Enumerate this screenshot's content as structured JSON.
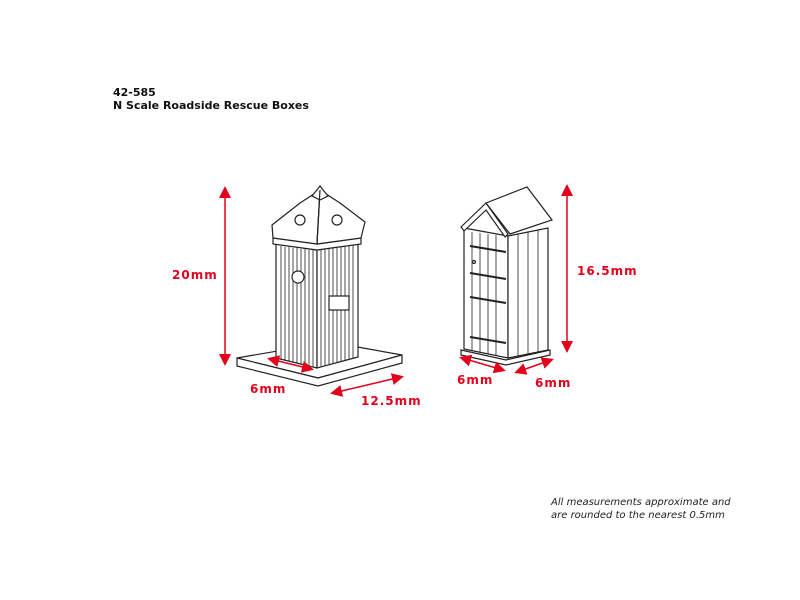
{
  "header": {
    "product_code": "42-585",
    "product_name": "N Scale Roadside Rescue Boxes"
  },
  "left_model": {
    "height": "20mm",
    "depth": "6mm",
    "width": "12.5mm"
  },
  "right_model": {
    "height": "16.5mm",
    "depth": "6mm",
    "width": "6mm"
  },
  "note": {
    "line1": "All measurements approximate and",
    "line2": "are rounded to the nearest 0.5mm"
  },
  "colors": {
    "dimension": "#e3001b",
    "line": "#222222"
  }
}
